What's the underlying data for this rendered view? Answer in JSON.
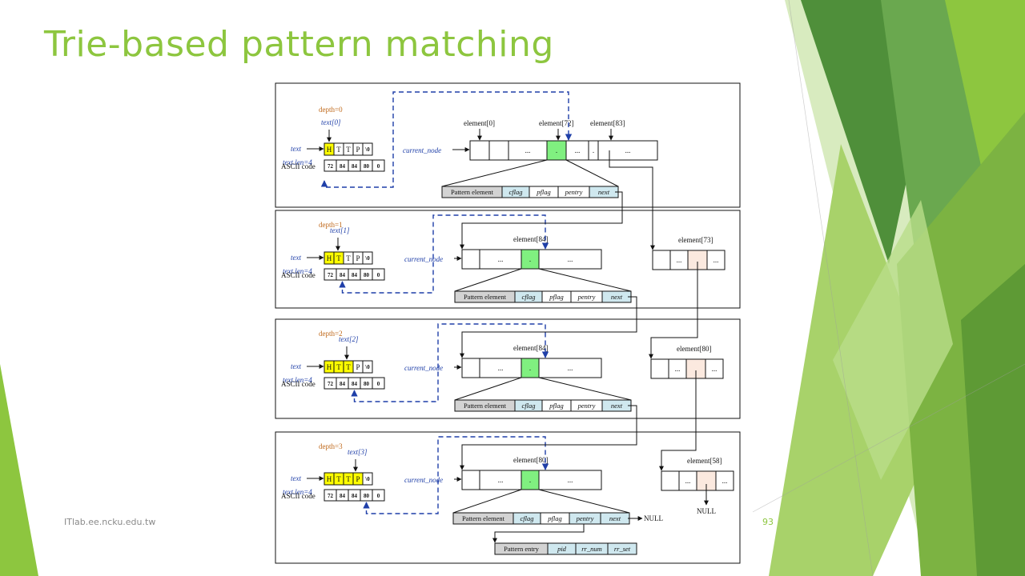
{
  "slide": {
    "title": "Trie-based pattern matching",
    "footer": "ITlab.ee.ncku.edu.tw",
    "page_number": "93"
  },
  "labels": {
    "text": "text",
    "text_len": "text.len=4",
    "ascii_code": "ASCII code",
    "current_node": "current_node",
    "null": "NULL",
    "ellipsis": "...",
    "null_char": "\\0"
  },
  "text_chars": [
    "H",
    "T",
    "T",
    "P"
  ],
  "ascii_codes": [
    "72",
    "84",
    "84",
    "80",
    "0"
  ],
  "pattern_element_fields": [
    "Pattern element",
    "cflag",
    "pflag",
    "pentry",
    "next"
  ],
  "pattern_entry_fields": [
    "Pattern entry",
    "pid",
    "rr_num",
    "rr_set"
  ],
  "panels": [
    {
      "depth": "depth=0",
      "text_index": "text[0]",
      "element_labels": [
        "element[0]",
        "element[72]",
        "element[83]"
      ],
      "side_label": null
    },
    {
      "depth": "depth=1",
      "text_index": "text[1]",
      "element_labels": [
        "element[84]"
      ],
      "side_label": "element[73]"
    },
    {
      "depth": "depth=2",
      "text_index": "text[2]",
      "element_labels": [
        "element[84]"
      ],
      "side_label": "element[80]"
    },
    {
      "depth": "depth=3",
      "text_index": "text[3]",
      "element_labels": [
        "element[80]"
      ],
      "side_label": "element[58]"
    }
  ],
  "colors": {
    "title": "#8dc63f",
    "highlight_char": "#ffff00",
    "active_element": "#80f080",
    "side_element": "#fbe9df",
    "field_fill": "#cfe8ef",
    "header_fill": "#d3d3d3",
    "link_blue": "#1f3fa8"
  }
}
